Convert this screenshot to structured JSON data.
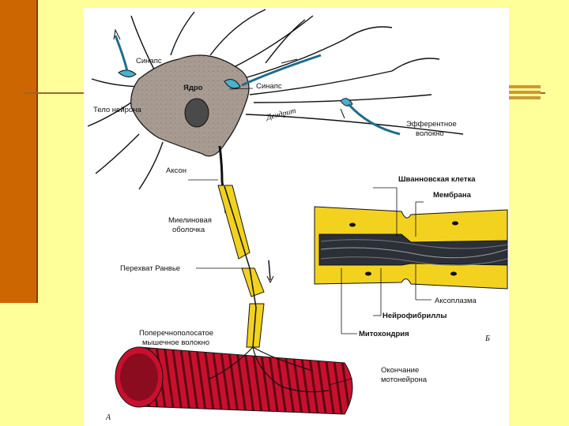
{
  "labels": {
    "synapse_top": "Синапс",
    "synapse_right": "Синапс",
    "nucleus": "Ядро",
    "neuron_body": "Тело нейрона",
    "dendrite": "Дендрит",
    "efferent_fiber": "Эфферентное волокно",
    "axon": "Аксон",
    "myelin_sheath": "Миелиновая оболочка",
    "ranvier_node": "Перехват Ранвье",
    "striated_muscle": "Поперечнополосатое мышечное волокно",
    "motor_ending": "Окончание мотонейрона",
    "schwann_cell": "Шванновская клетка",
    "membrane": "Мембрана",
    "axoplasm": "Аксоплазма",
    "neurofibrils": "Нейрофибриллы",
    "mitochondria": "Митохондрия",
    "letter_a": "А",
    "letter_b": "Б"
  },
  "colors": {
    "background": "#FFFF99",
    "sidebar": "#CC6600",
    "cell_body": "#A89C92",
    "myelin": "#F2D21F",
    "axoplasm_dark": "#2B2F38",
    "synapse": "#4AB0D0",
    "muscle": "#C8102E"
  }
}
